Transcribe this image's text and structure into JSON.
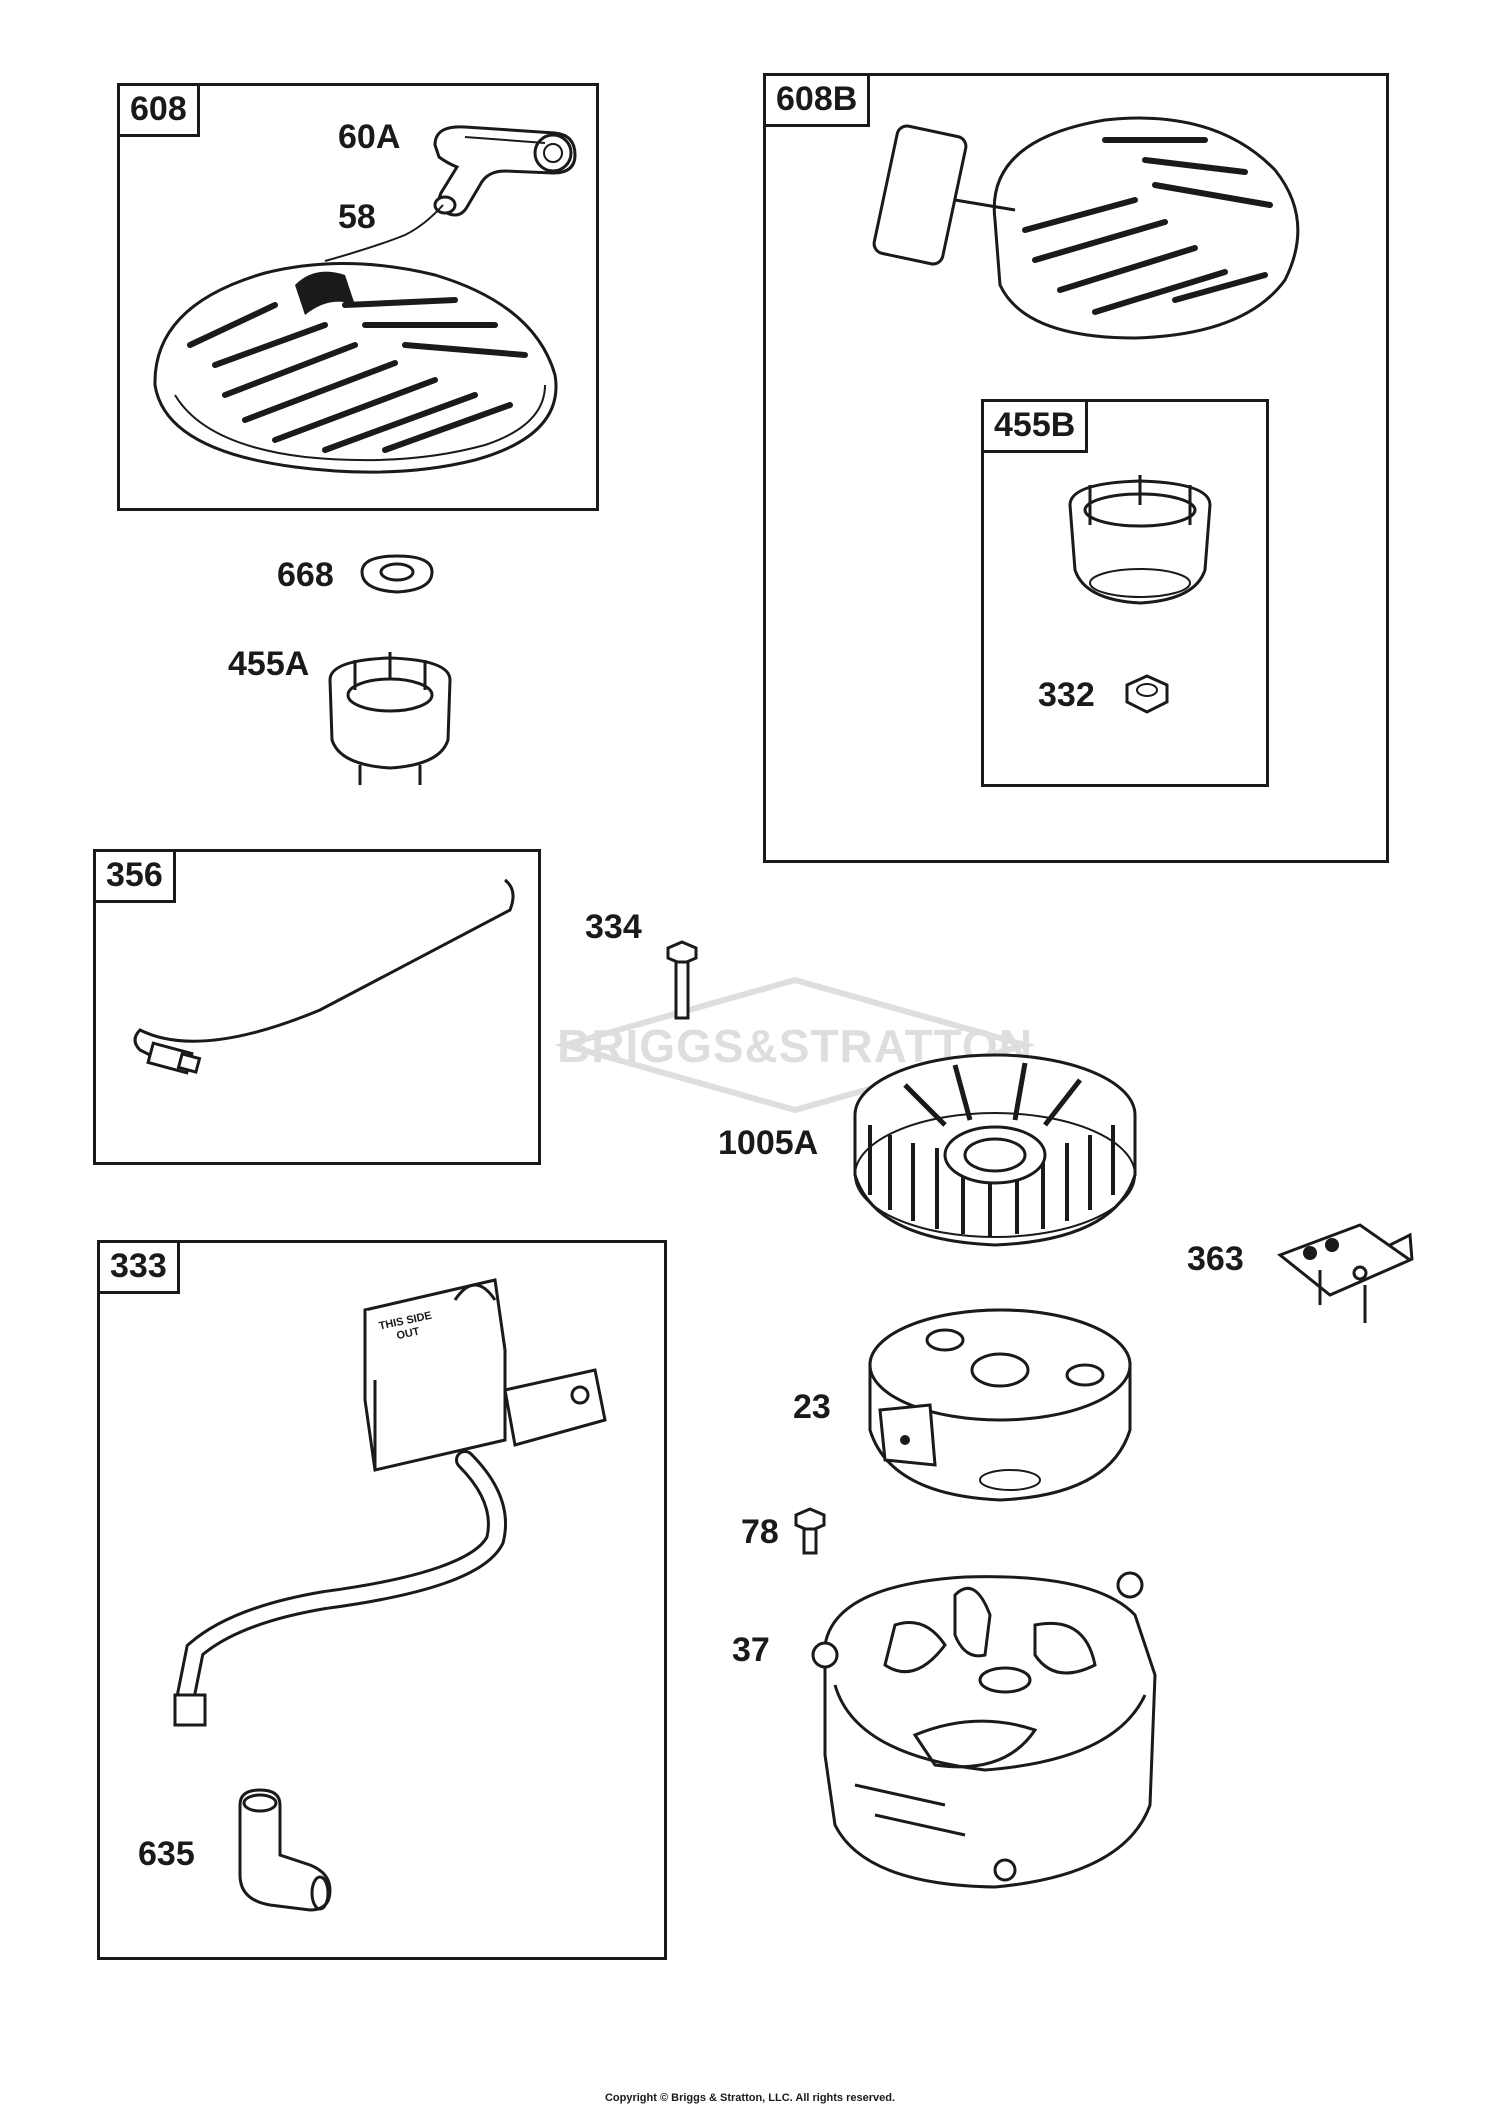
{
  "groups": {
    "g608": "608",
    "g608b": "608B",
    "g455b": "455B",
    "g356": "356",
    "g333": "333"
  },
  "parts": {
    "p60a": "60A",
    "p58": "58",
    "p668": "668",
    "p455a": "455A",
    "p332": "332",
    "p334": "334",
    "p1005a": "1005A",
    "p363": "363",
    "p23": "23",
    "p78": "78",
    "p37": "37",
    "p635": "635"
  },
  "coil_text": {
    "line1": "THIS SIDE",
    "line2": "OUT"
  },
  "watermark": "BRIGGS&STRATTON",
  "copyright": "Copyright © Briggs & Stratton, LLC. All rights reserved.",
  "colors": {
    "line": "#1a1a1a",
    "watermark": "#dedede",
    "background": "#ffffff"
  }
}
